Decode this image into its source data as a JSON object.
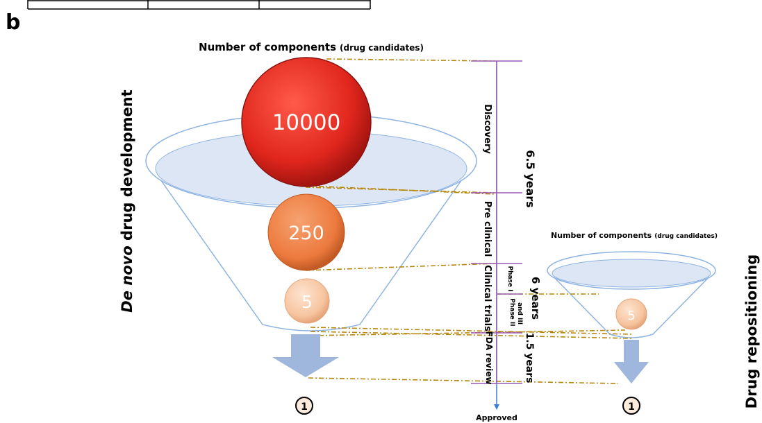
{
  "panel_label": "b",
  "left_title_main": "Number of components",
  "left_title_sub": "(drug candidates)",
  "right_title_main": "Number of components",
  "right_title_sub": "(drug candidates)",
  "left_vertical_prefix": "De novo",
  "left_vertical_suffix": " drug development",
  "right_vertical_label": "Drug repositioning",
  "balls": [
    {
      "value": "10000",
      "color": "#e0261d"
    },
    {
      "value": "250",
      "color": "#ec7a3e"
    },
    {
      "value": "5",
      "color": "#f6c5a0"
    },
    {
      "value": "5",
      "color": "#f6c5a0"
    }
  ],
  "approved_count_left": "1",
  "approved_count_right": "1",
  "timeline": {
    "stages": [
      "Discovery",
      "Pre clinical",
      "Clinical trials",
      "FDA review"
    ],
    "phase1": "Phase I",
    "phase23_line1": "Phase II",
    "phase23_line2": "and III",
    "durations": [
      "6.5 years",
      "6 years",
      "1.5 years"
    ],
    "end_label": "Approved"
  },
  "colors": {
    "timeline": "#9b59b6",
    "arrow": "#3b7fd4",
    "dash": "#b8860b",
    "funnel_stroke": "#8db3e2",
    "funnel_fill": "#dde6f5",
    "down_arrow": "#9fb6dd"
  }
}
